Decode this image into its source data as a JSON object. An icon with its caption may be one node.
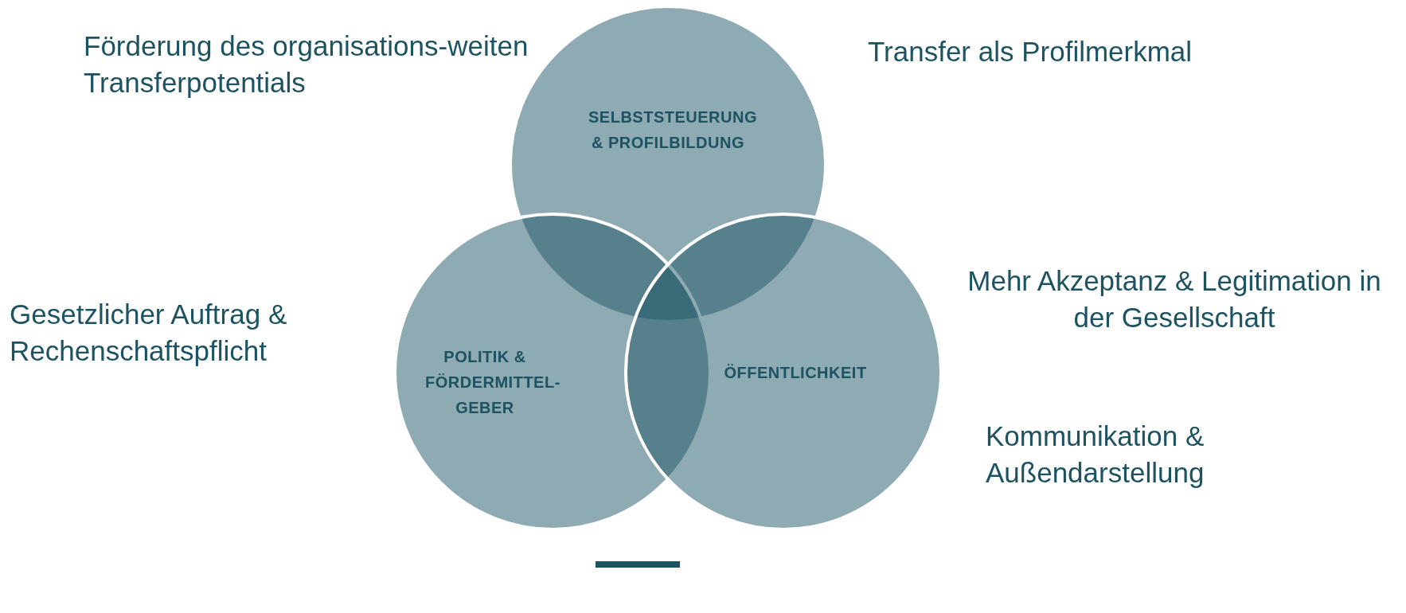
{
  "diagram": {
    "nodes": [
      {
        "text": [
          "SELBSTSTEUERUNG & PROFILBILDUNG"
        ]
      },
      {
        "text": [
          "POLITIK & FÖRDERMITTEL-GEBER"
        ]
      },
      {
        "text": [
          "ÖFFENTLICHKEIT"
        ]
      }
    ],
    "labels": [
      "Förderung des organisations-weiten Transferpotentials",
      "Transfer als Profilmerkmal",
      "Mehr Akzeptanz & Legitimation in der Gesellschaft",
      "Gesetzlicher Auftrag & Rechenschaftspflicht",
      "Kommunikation & Außendarstellung"
    ]
  }
}
